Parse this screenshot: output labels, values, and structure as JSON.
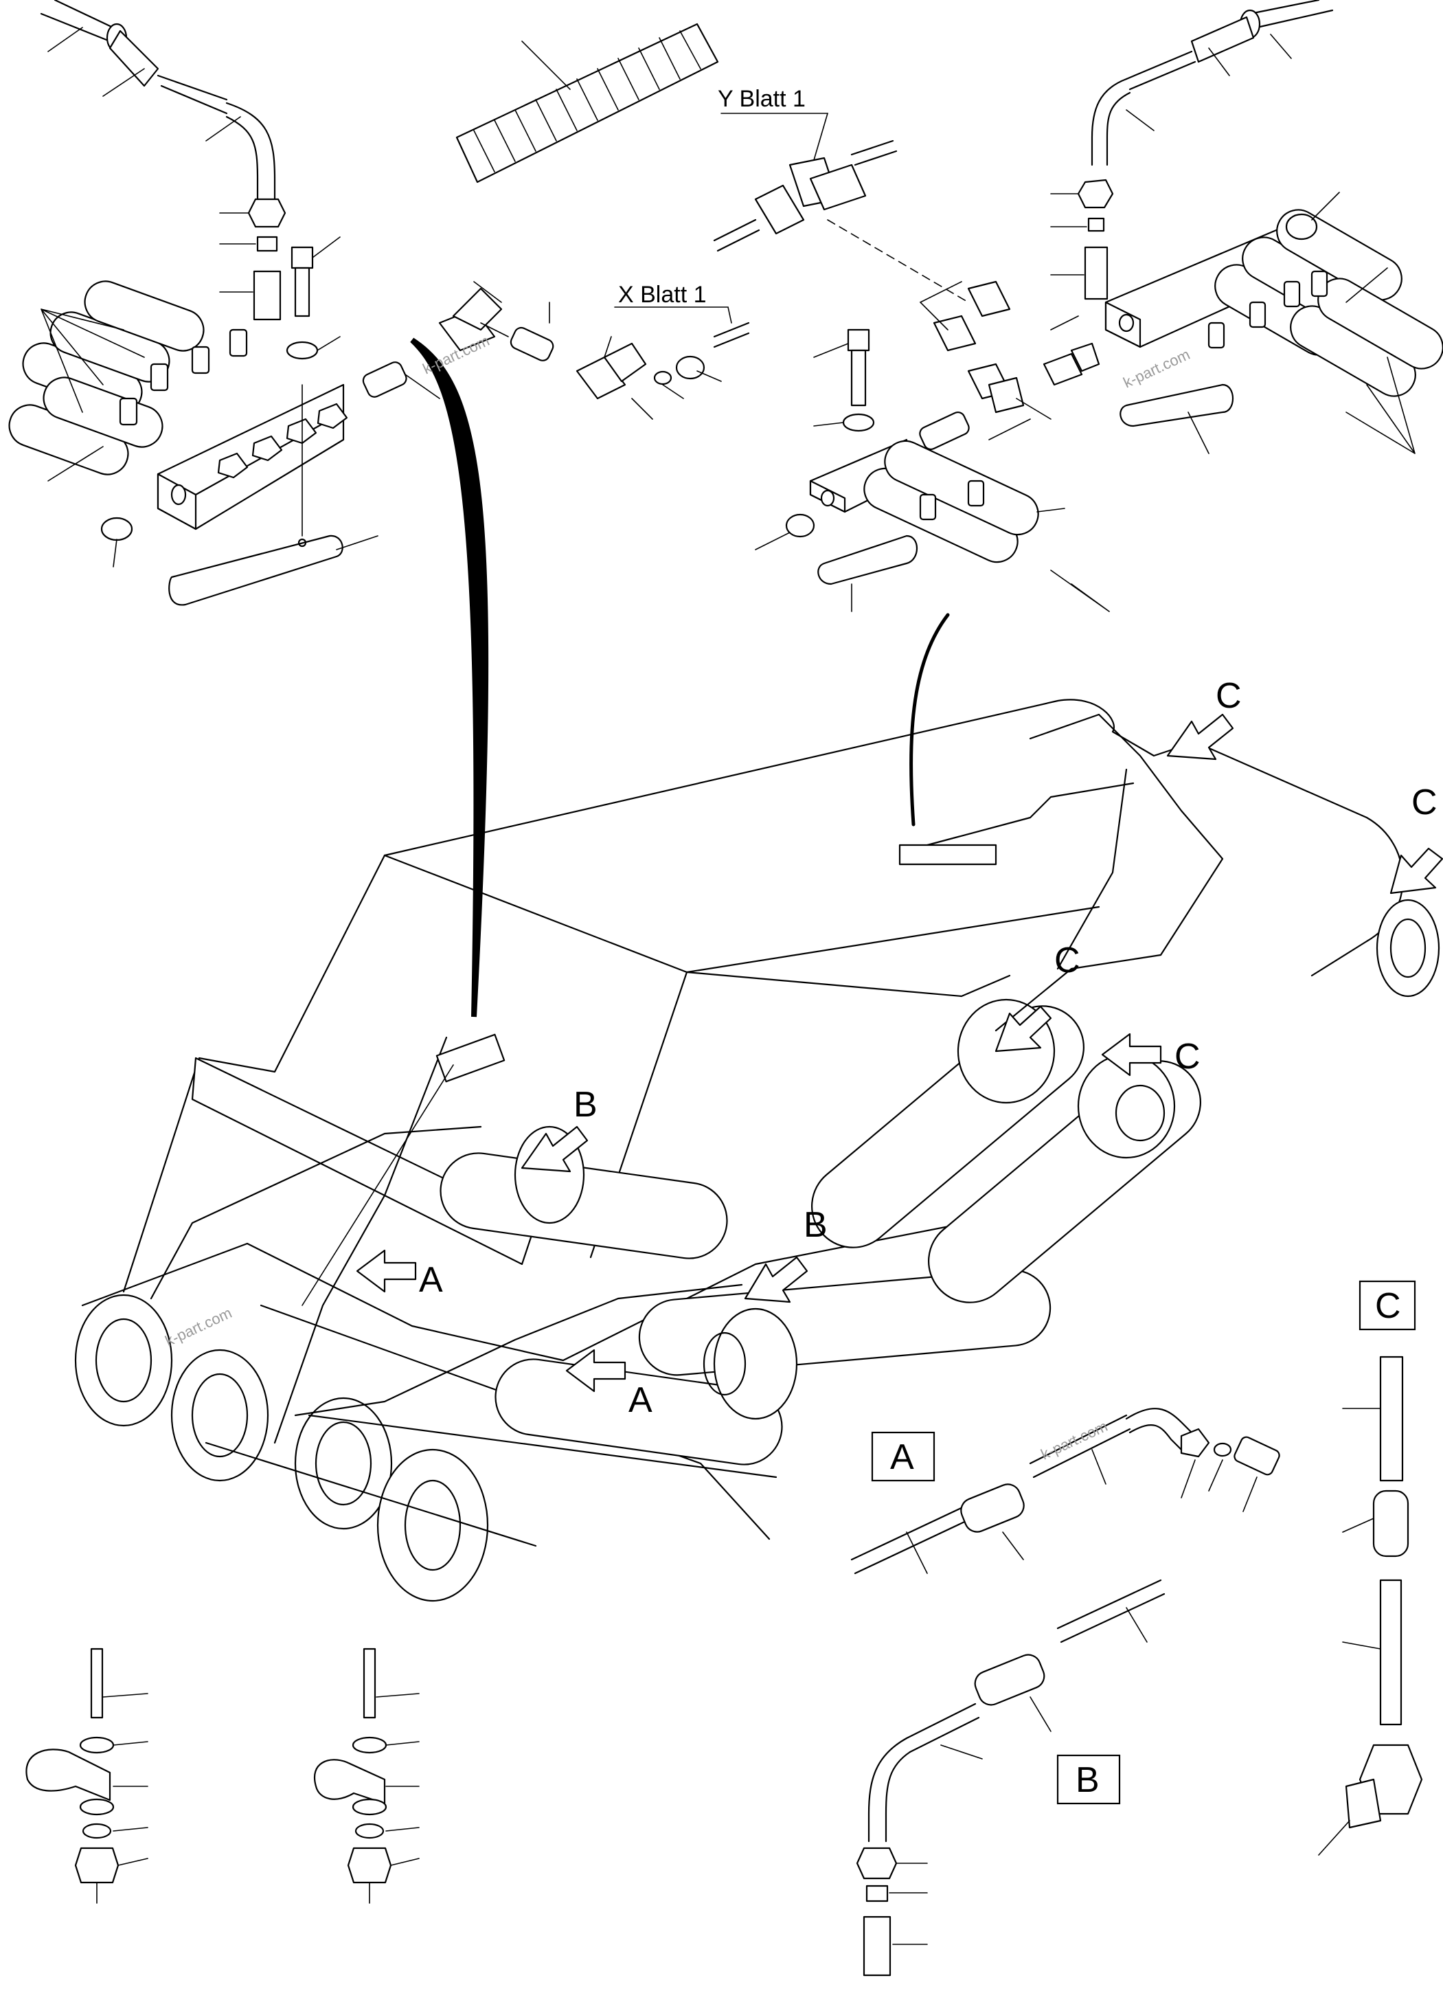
{
  "callouts": {
    "a1": "A",
    "a2": "A",
    "b1": "B",
    "b2": "B",
    "c1": "C",
    "c2": "C",
    "c3": "C",
    "c4": "C"
  },
  "sheet_refs": {
    "y": "Y Blatt 1",
    "x": "X Blatt 1"
  },
  "detail_boxes": {
    "a": "A",
    "b": "B",
    "c": "C"
  },
  "watermarks": [
    "k-part.com",
    "k-part.com",
    "k-part.com",
    "k-part.com"
  ],
  "colors": {
    "line": "#000000",
    "watermark": "#9a9a9a",
    "background": "#ffffff"
  }
}
